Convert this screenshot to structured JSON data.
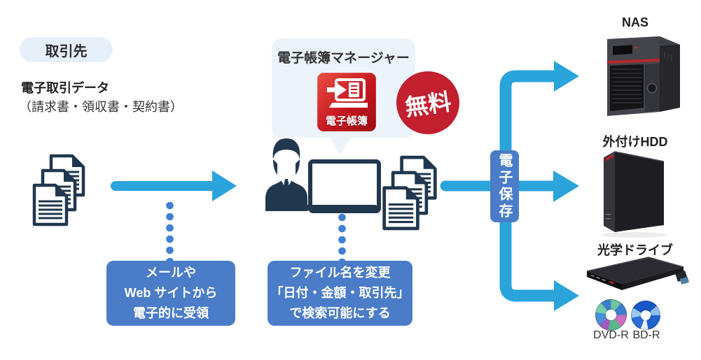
{
  "header": {
    "source_pill": "取引先",
    "data_title": "電子取引データ",
    "data_subtitle": "（請求書・領収書・契約書）"
  },
  "bubble": {
    "title": "電子帳簿マネージャー",
    "app_icon_label": "電子帳簿",
    "free_badge": "無料"
  },
  "flow": {
    "save_label": "電子保存",
    "step1_lines": [
      "メールや",
      "Web サイトから",
      "電子的に受領"
    ],
    "step2_lines": [
      "ファイル名を変更",
      "「日付・金額・取引先」",
      "で検索可能にする"
    ]
  },
  "destinations": [
    {
      "label": "NAS"
    },
    {
      "label": "外付けHDD"
    },
    {
      "label": "光学ドライブ"
    }
  ],
  "media": [
    "DVD-R",
    "BD-R"
  ],
  "icons": {
    "documents": "documents-stack-icon",
    "person": "office-worker-icon",
    "laptop": "laptop-icon",
    "app": "denshi-chobo-app-icon",
    "nas": "nas-device-image",
    "hdd": "external-hdd-image",
    "optical": "optical-drive-image",
    "dvd_disc": "dvd-r-disc-icon",
    "bd_disc": "bd-r-disc-icon"
  },
  "colors": {
    "arrow_blue": "#2BA4DC",
    "box_blue": "#4A7CC8",
    "dot_blue": "#4080D0",
    "icon_navy": "#20374E",
    "bubble_bg": "#EDF3FA",
    "pill_bg": "#E7F0FA",
    "badge_red": "#C2202F",
    "app_red": "#C6161F"
  }
}
